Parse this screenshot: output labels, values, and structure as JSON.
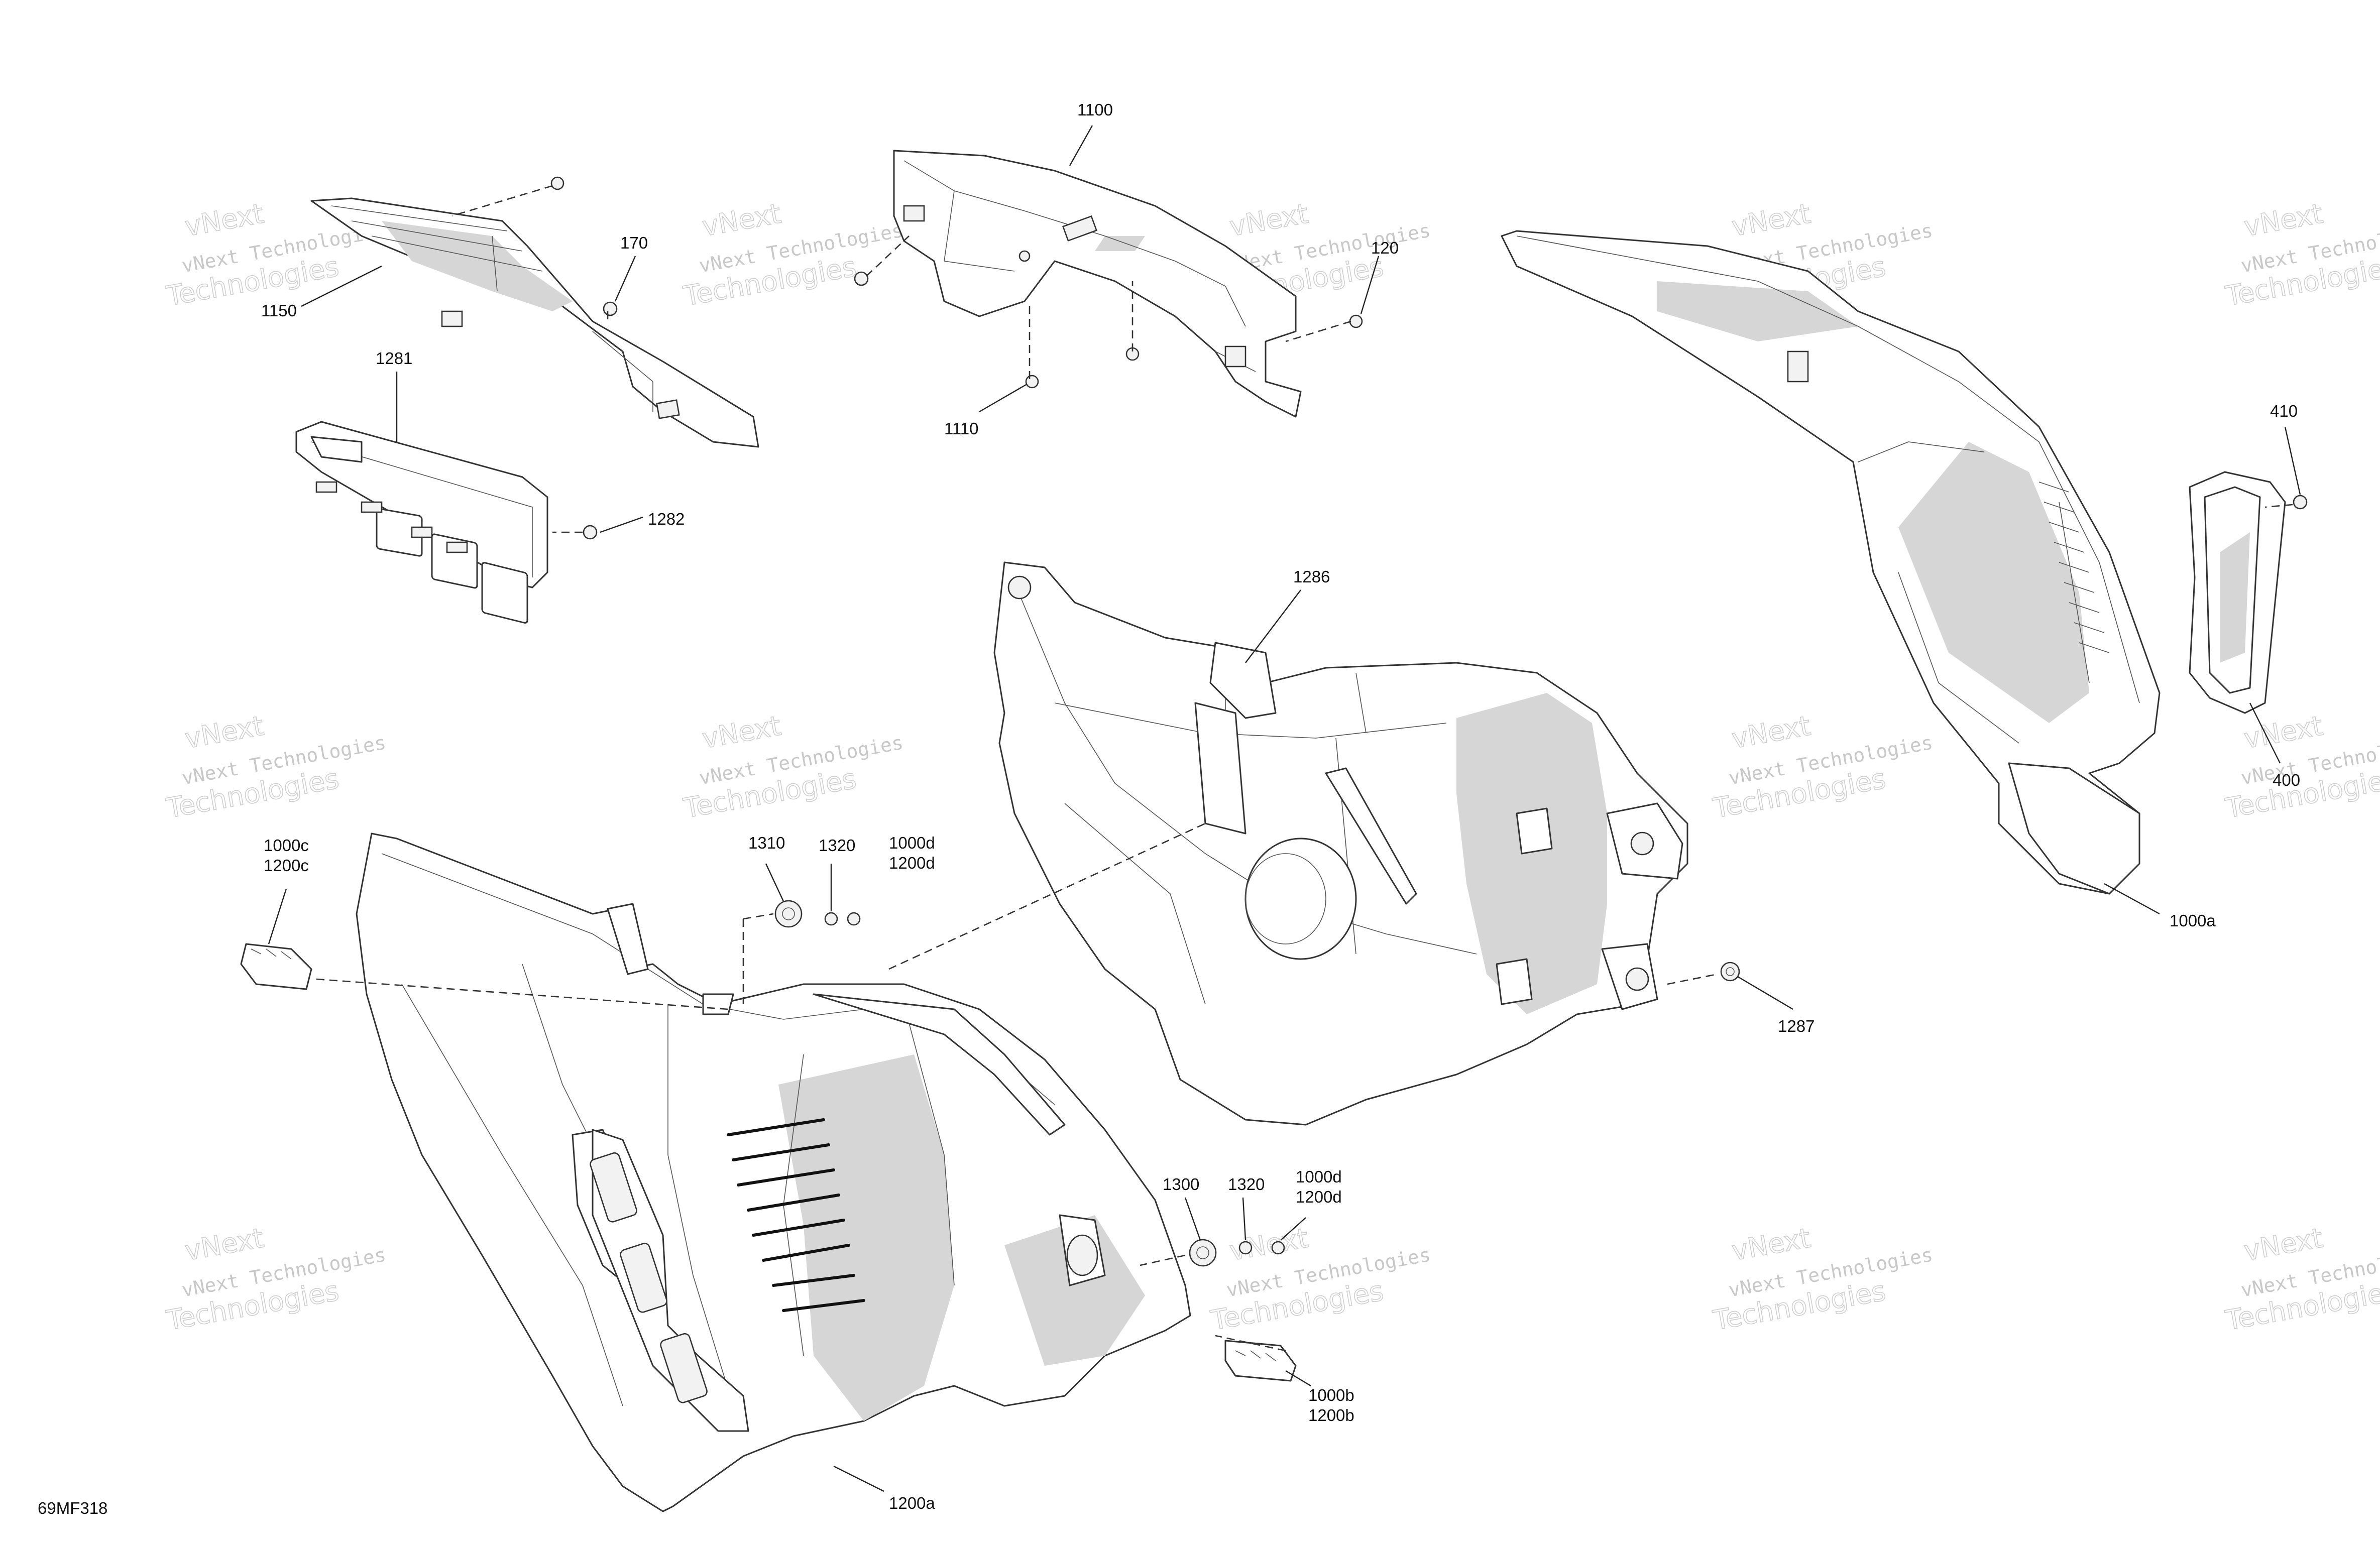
{
  "diagram_id": "69MF318",
  "watermark": {
    "line1": "vNext Technologies",
    "line2": "vNext",
    "line3": "Technologies"
  },
  "callouts": {
    "c1100": "1100",
    "c170": "170",
    "c1150": "1150",
    "c120": "120",
    "c1110": "1110",
    "c1281": "1281",
    "c1282": "1282",
    "c1286": "1286",
    "c410": "410",
    "c400": "400",
    "c1000a": "1000a",
    "c1000c": "1000c",
    "c1200c": "1200c",
    "c1310": "1310",
    "c1320_top": "1320",
    "c1000d_top": "1000d",
    "c1200d_top": "1200d",
    "c1287": "1287",
    "c1300": "1300",
    "c1320_bottom": "1320",
    "c1000d_bottom": "1000d",
    "c1200d_bottom": "1200d",
    "c1000b": "1000b",
    "c1200b": "1200b",
    "c1200a": "1200a"
  }
}
